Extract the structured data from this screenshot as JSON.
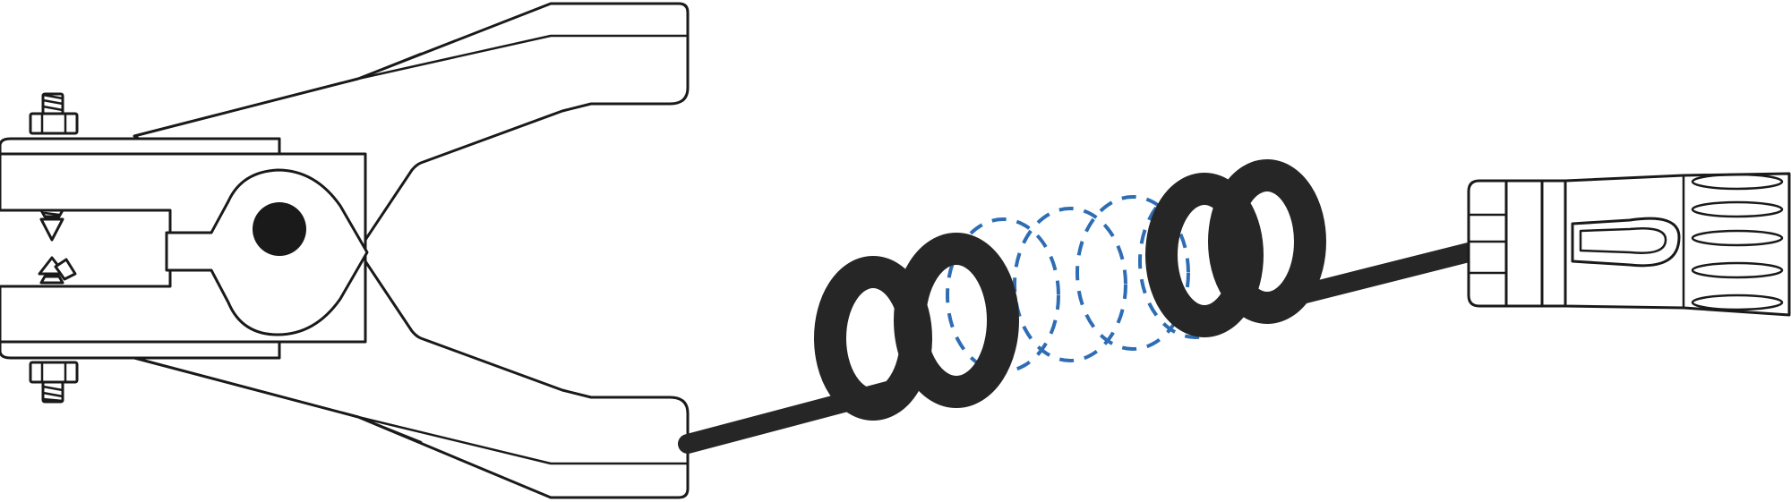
{
  "diagram": {
    "colors": {
      "background": "#ffffff",
      "line": "#1a1a1a",
      "cord": "#262626",
      "coil_hidden": "#2e6db4"
    },
    "parts": [
      {
        "name": "grounding-clamp",
        "icon": "clamp-icon"
      },
      {
        "name": "coiled-cord",
        "icon": "coil-icon"
      },
      {
        "name": "banana-plug-connector",
        "icon": "plug-icon"
      }
    ]
  }
}
